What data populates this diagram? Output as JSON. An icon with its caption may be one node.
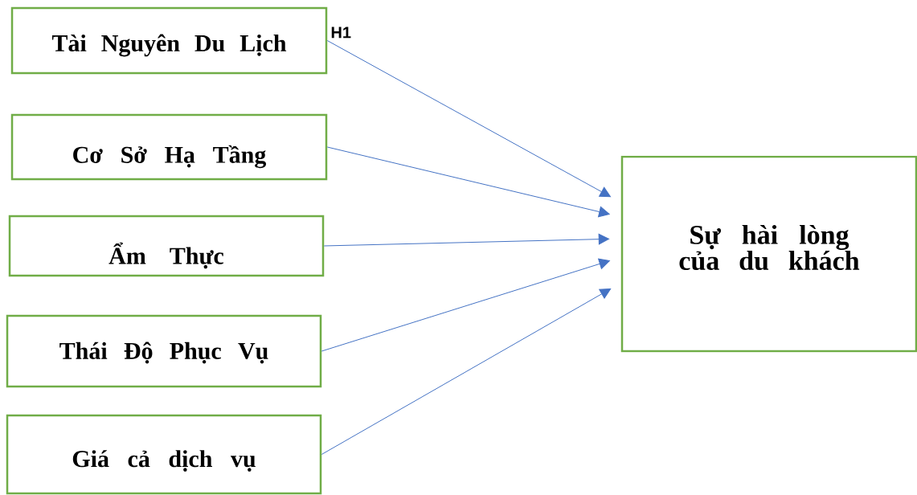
{
  "diagram": {
    "nodes": [
      {
        "text": [
          "Tài Nguyên Du Lịch"
        ]
      },
      {
        "text": [
          "Cơ Sở Hạ Tầng"
        ]
      },
      {
        "text": [
          "Ẩm Thực"
        ]
      },
      {
        "text": [
          "Thái Độ Phục Vụ"
        ]
      },
      {
        "text": [
          "Giá cả dịch vụ"
        ]
      },
      {
        "text": [
          "Sự hài lòng của du khách"
        ]
      }
    ],
    "edges": [
      {
        "from": 0,
        "to": 5,
        "arrow": "to",
        "label": "H1"
      },
      {
        "from": 1,
        "to": 5,
        "arrow": "to"
      },
      {
        "from": 2,
        "to": 5,
        "arrow": "to"
      },
      {
        "from": 3,
        "to": 5,
        "arrow": "to"
      },
      {
        "from": 4,
        "to": 5,
        "arrow": "to"
      }
    ]
  }
}
